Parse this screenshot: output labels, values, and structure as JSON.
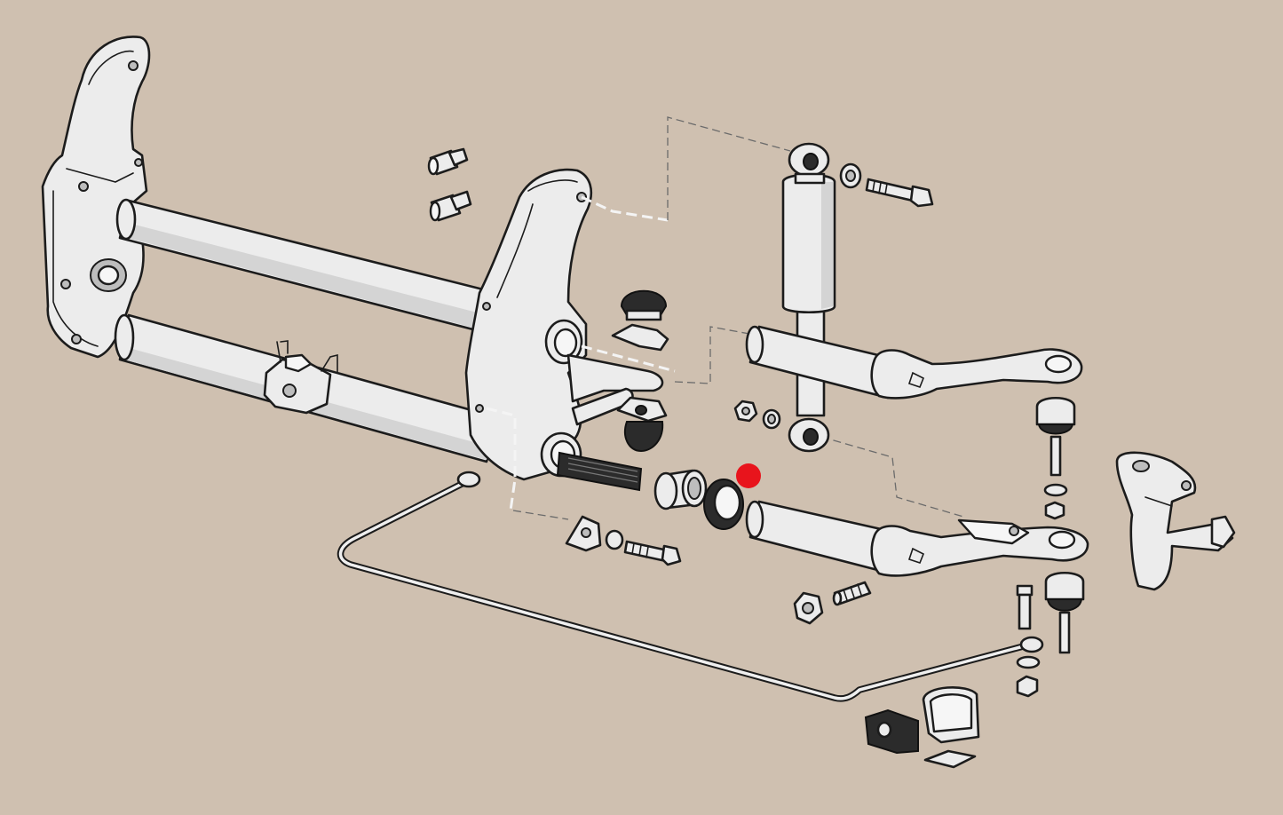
{
  "diagram": {
    "parts": [
      {
        "name": "left-trailing-arm-carrier"
      },
      {
        "name": "upper-torsion-tube"
      },
      {
        "name": "lower-torsion-tube"
      },
      {
        "name": "steering-box-mount"
      },
      {
        "name": "right-carrier-side-plate"
      },
      {
        "name": "grease-nipple-upper"
      },
      {
        "name": "grease-nipple-lower"
      },
      {
        "name": "shock-absorber"
      },
      {
        "name": "shock-mount-bolt"
      },
      {
        "name": "shock-mount-washer"
      },
      {
        "name": "upper-bump-stop"
      },
      {
        "name": "lower-bump-stop"
      },
      {
        "name": "upper-trailing-arm"
      },
      {
        "name": "lower-trailing-arm"
      },
      {
        "name": "needle-bearing"
      },
      {
        "name": "seal-ring"
      },
      {
        "name": "upper-ball-joint"
      },
      {
        "name": "lower-ball-joint"
      },
      {
        "name": "steering-knuckle"
      },
      {
        "name": "anti-roll-bar"
      },
      {
        "name": "anti-roll-bar-clamp"
      },
      {
        "name": "anti-roll-bar-bushing"
      },
      {
        "name": "set-screw"
      },
      {
        "name": "lock-nut"
      },
      {
        "name": "torsion-leaf-spring-end"
      }
    ],
    "marker": {
      "name": "selection-marker",
      "color": "#e8141c"
    },
    "colors": {
      "background": "#cfc0b0",
      "part_fill": "#ececec",
      "outline": "#1c1c1c"
    }
  }
}
